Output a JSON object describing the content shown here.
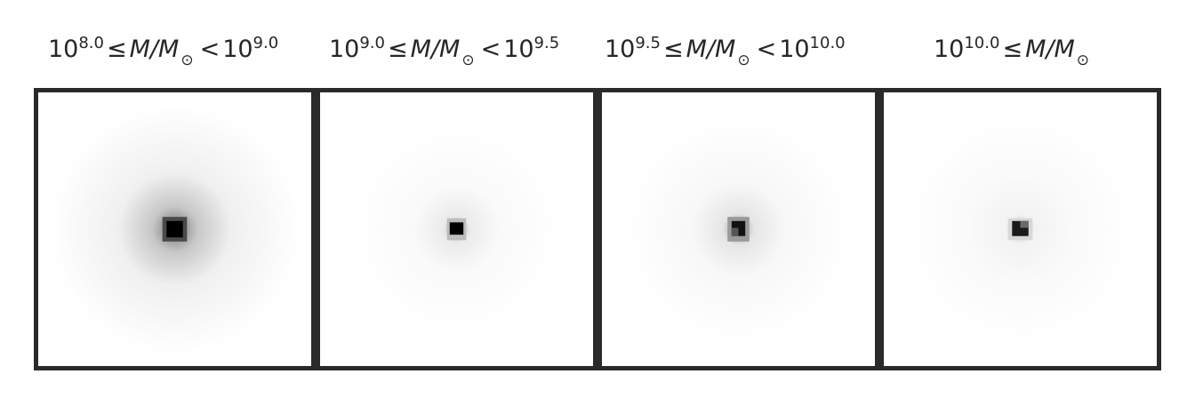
{
  "figure": {
    "panels": [
      {
        "id": "p1",
        "label_parts": {
          "lo_base": "10",
          "lo_exp": "8.0",
          "rel1": "≤",
          "var": "M/M",
          "sun": "⊙",
          "rel2": "<",
          "hi_base": "10",
          "hi_exp": "9.0"
        },
        "halo_strength": 0.85
      },
      {
        "id": "p2",
        "label_parts": {
          "lo_base": "10",
          "lo_exp": "9.0",
          "rel1": "≤",
          "var": "M/M",
          "sun": "⊙",
          "rel2": "<",
          "hi_base": "10",
          "hi_exp": "9.5"
        },
        "halo_strength": 0.45
      },
      {
        "id": "p3",
        "label_parts": {
          "lo_base": "10",
          "lo_exp": "9.5",
          "rel1": "≤",
          "var": "M/M",
          "sun": "⊙",
          "rel2": "<",
          "hi_base": "10",
          "hi_exp": "10.0"
        },
        "halo_strength": 0.5
      },
      {
        "id": "p4",
        "label_parts": {
          "lo_base": "10",
          "lo_exp": "10.0",
          "rel1": "≤",
          "var": "M/M",
          "sun": "⊙",
          "rel2": "",
          "hi_base": "",
          "hi_exp": ""
        },
        "halo_strength": 0.3
      }
    ],
    "colors": {
      "frame": "#2a2a2a",
      "text": "#262626",
      "background": "#ffffff"
    },
    "colormap": "greys"
  }
}
